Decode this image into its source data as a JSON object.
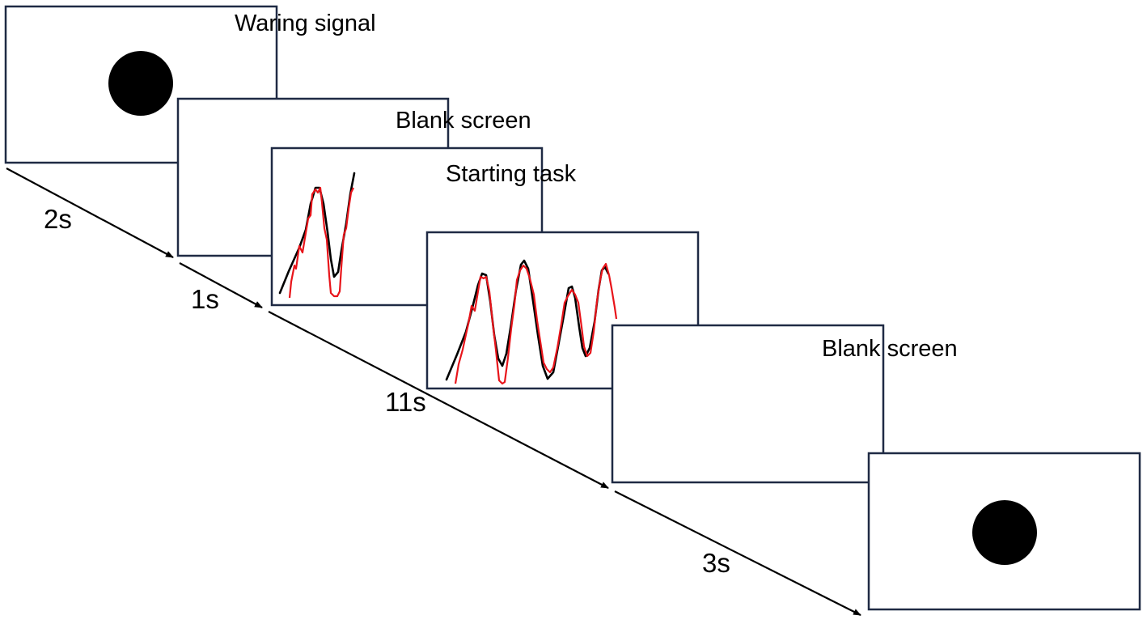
{
  "colors": {
    "frame": "#1f2a44",
    "signal": "#000000",
    "target_line": "#000000",
    "trace_line": "#e8141a"
  },
  "screens": [
    {
      "id": "warning",
      "label": "Waring signal",
      "content": "black-circle"
    },
    {
      "id": "blank-1",
      "label": "Blank screen",
      "content": "none"
    },
    {
      "id": "start",
      "label": "Starting task",
      "content": "tracking-plot-1"
    },
    {
      "id": "task",
      "label": "",
      "content": "tracking-plot-2"
    },
    {
      "id": "blank-2",
      "label": "Blank screen",
      "content": "none"
    },
    {
      "id": "final",
      "label": "",
      "content": "black-circle"
    }
  ],
  "durations": [
    "2s",
    "1s",
    "11s",
    "3s"
  ]
}
